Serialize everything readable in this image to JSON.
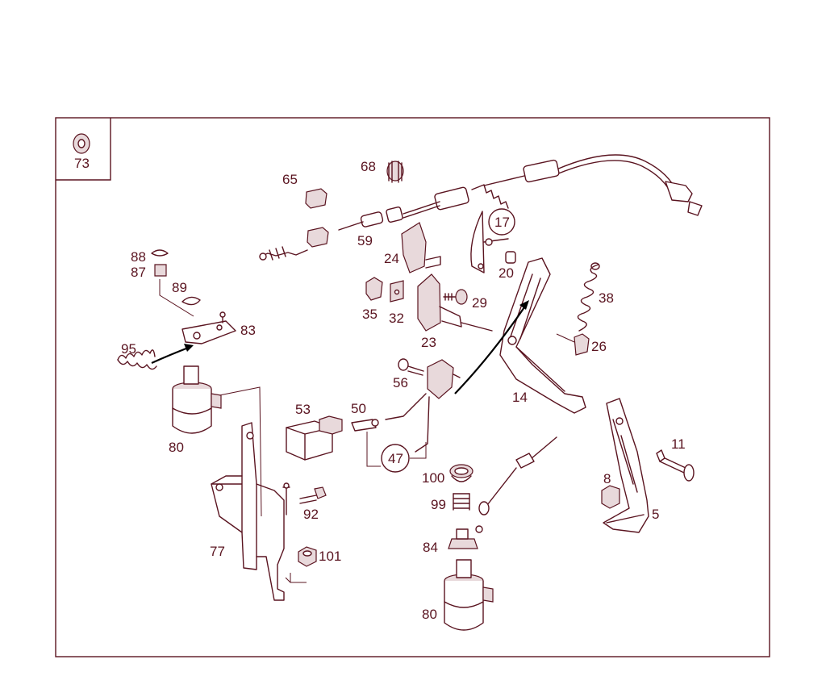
{
  "diagram": {
    "labels": {
      "l5": "5",
      "l8": "8",
      "l11": "11",
      "l14": "14",
      "l17": "17",
      "l20": "20",
      "l23": "23",
      "l24": "24",
      "l26": "26",
      "l29": "29",
      "l32": "32",
      "l35": "35",
      "l38": "38",
      "l47": "47",
      "l50": "50",
      "l53": "53",
      "l56": "56",
      "l59": "59",
      "l65": "65",
      "l68": "68",
      "l73": "73",
      "l77": "77",
      "l80a": "80",
      "l80b": "80",
      "l83": "83",
      "l84": "84",
      "l87": "87",
      "l88": "88",
      "l89": "89",
      "l92": "92",
      "l95": "95",
      "l99": "99",
      "l100": "100",
      "l101": "101"
    },
    "colors": {
      "line": "#5a1420",
      "arrow": "#000000",
      "background": "#ffffff"
    }
  }
}
